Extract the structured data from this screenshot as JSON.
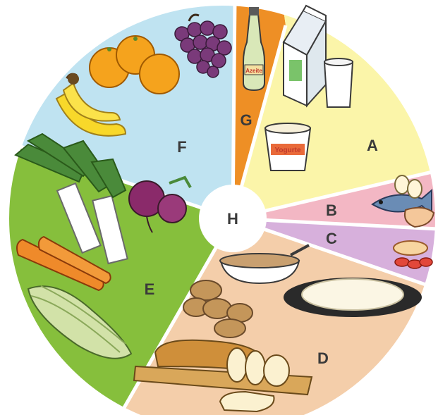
{
  "segments": [
    {
      "id": "A",
      "label": "A",
      "color": "#fbf5a9"
    },
    {
      "id": "B",
      "label": "B",
      "color": "#f3b7c4"
    },
    {
      "id": "C",
      "label": "C",
      "color": "#d7b0dc"
    },
    {
      "id": "D",
      "label": "D",
      "color": "#f4ceaa"
    },
    {
      "id": "E",
      "label": "E",
      "color": "#86bf3c"
    },
    {
      "id": "F",
      "label": "F",
      "color": "#bfe3f1"
    },
    {
      "id": "G",
      "label": "G",
      "color": "#ee8f25"
    }
  ],
  "hub": {
    "label": "H",
    "color": "#ffffff"
  },
  "foods": {
    "A": [
      "milk-carton",
      "glass-of-milk",
      "yogurt-cup"
    ],
    "B": [
      "fish",
      "eggs",
      "meat"
    ],
    "C": [
      "sausages"
    ],
    "D": [
      "bread",
      "pasta",
      "cereal-bowl",
      "potatoes"
    ],
    "E": [
      "leeks",
      "carrots",
      "turnips",
      "corn"
    ],
    "F": [
      "oranges",
      "bananas",
      "grapes"
    ],
    "G": [
      "olive-oil-bottle"
    ]
  },
  "product_text": {
    "yogurt": "Yogurte",
    "oil": "Azeite"
  }
}
